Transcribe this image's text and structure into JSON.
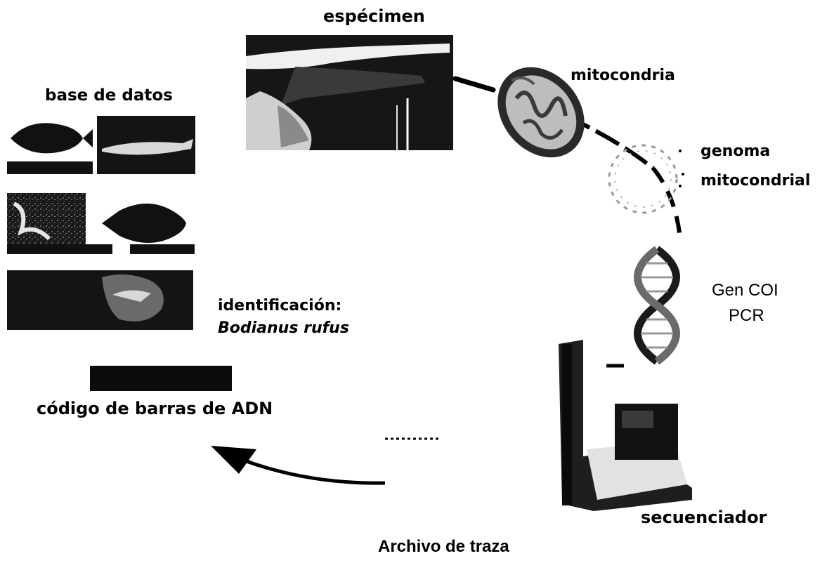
{
  "labels": {
    "specimen": "espécimen",
    "mitochondria": "mitocondria",
    "genome_line1": "genoma",
    "genome_line2": "mitocondrial",
    "gene_line1": "Gen COI",
    "gene_line2": "PCR",
    "sequencer": "secuenciador",
    "trace_file": "Archivo de traza",
    "barcode": "código de barras de ADN",
    "identification": "identificación:",
    "species": "Bodianus rufus",
    "database": "base de datos"
  },
  "colors": {
    "ink": "#000000",
    "photo_dark": "#141414",
    "photo_mid": "#5a5a5a",
    "photo_light": "#d8d8d8",
    "background": "#ffffff"
  },
  "icons": [
    "fish-specimen-photo",
    "mitochondrion-icon",
    "circular-genome-icon",
    "dna-helix-icon",
    "sequencer-machine-icon",
    "barcode-bar",
    "return-arrow-icon"
  ]
}
